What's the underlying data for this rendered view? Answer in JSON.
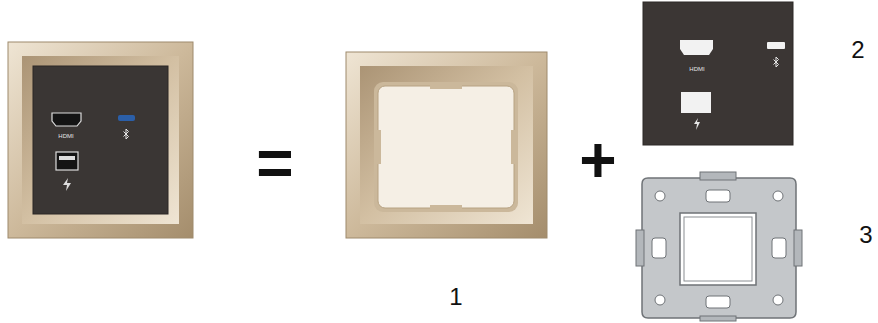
{
  "diagram": {
    "labels": [
      "HDMI",
      "=",
      "1",
      "+",
      "HDMI",
      "2",
      "3"
    ]
  }
}
